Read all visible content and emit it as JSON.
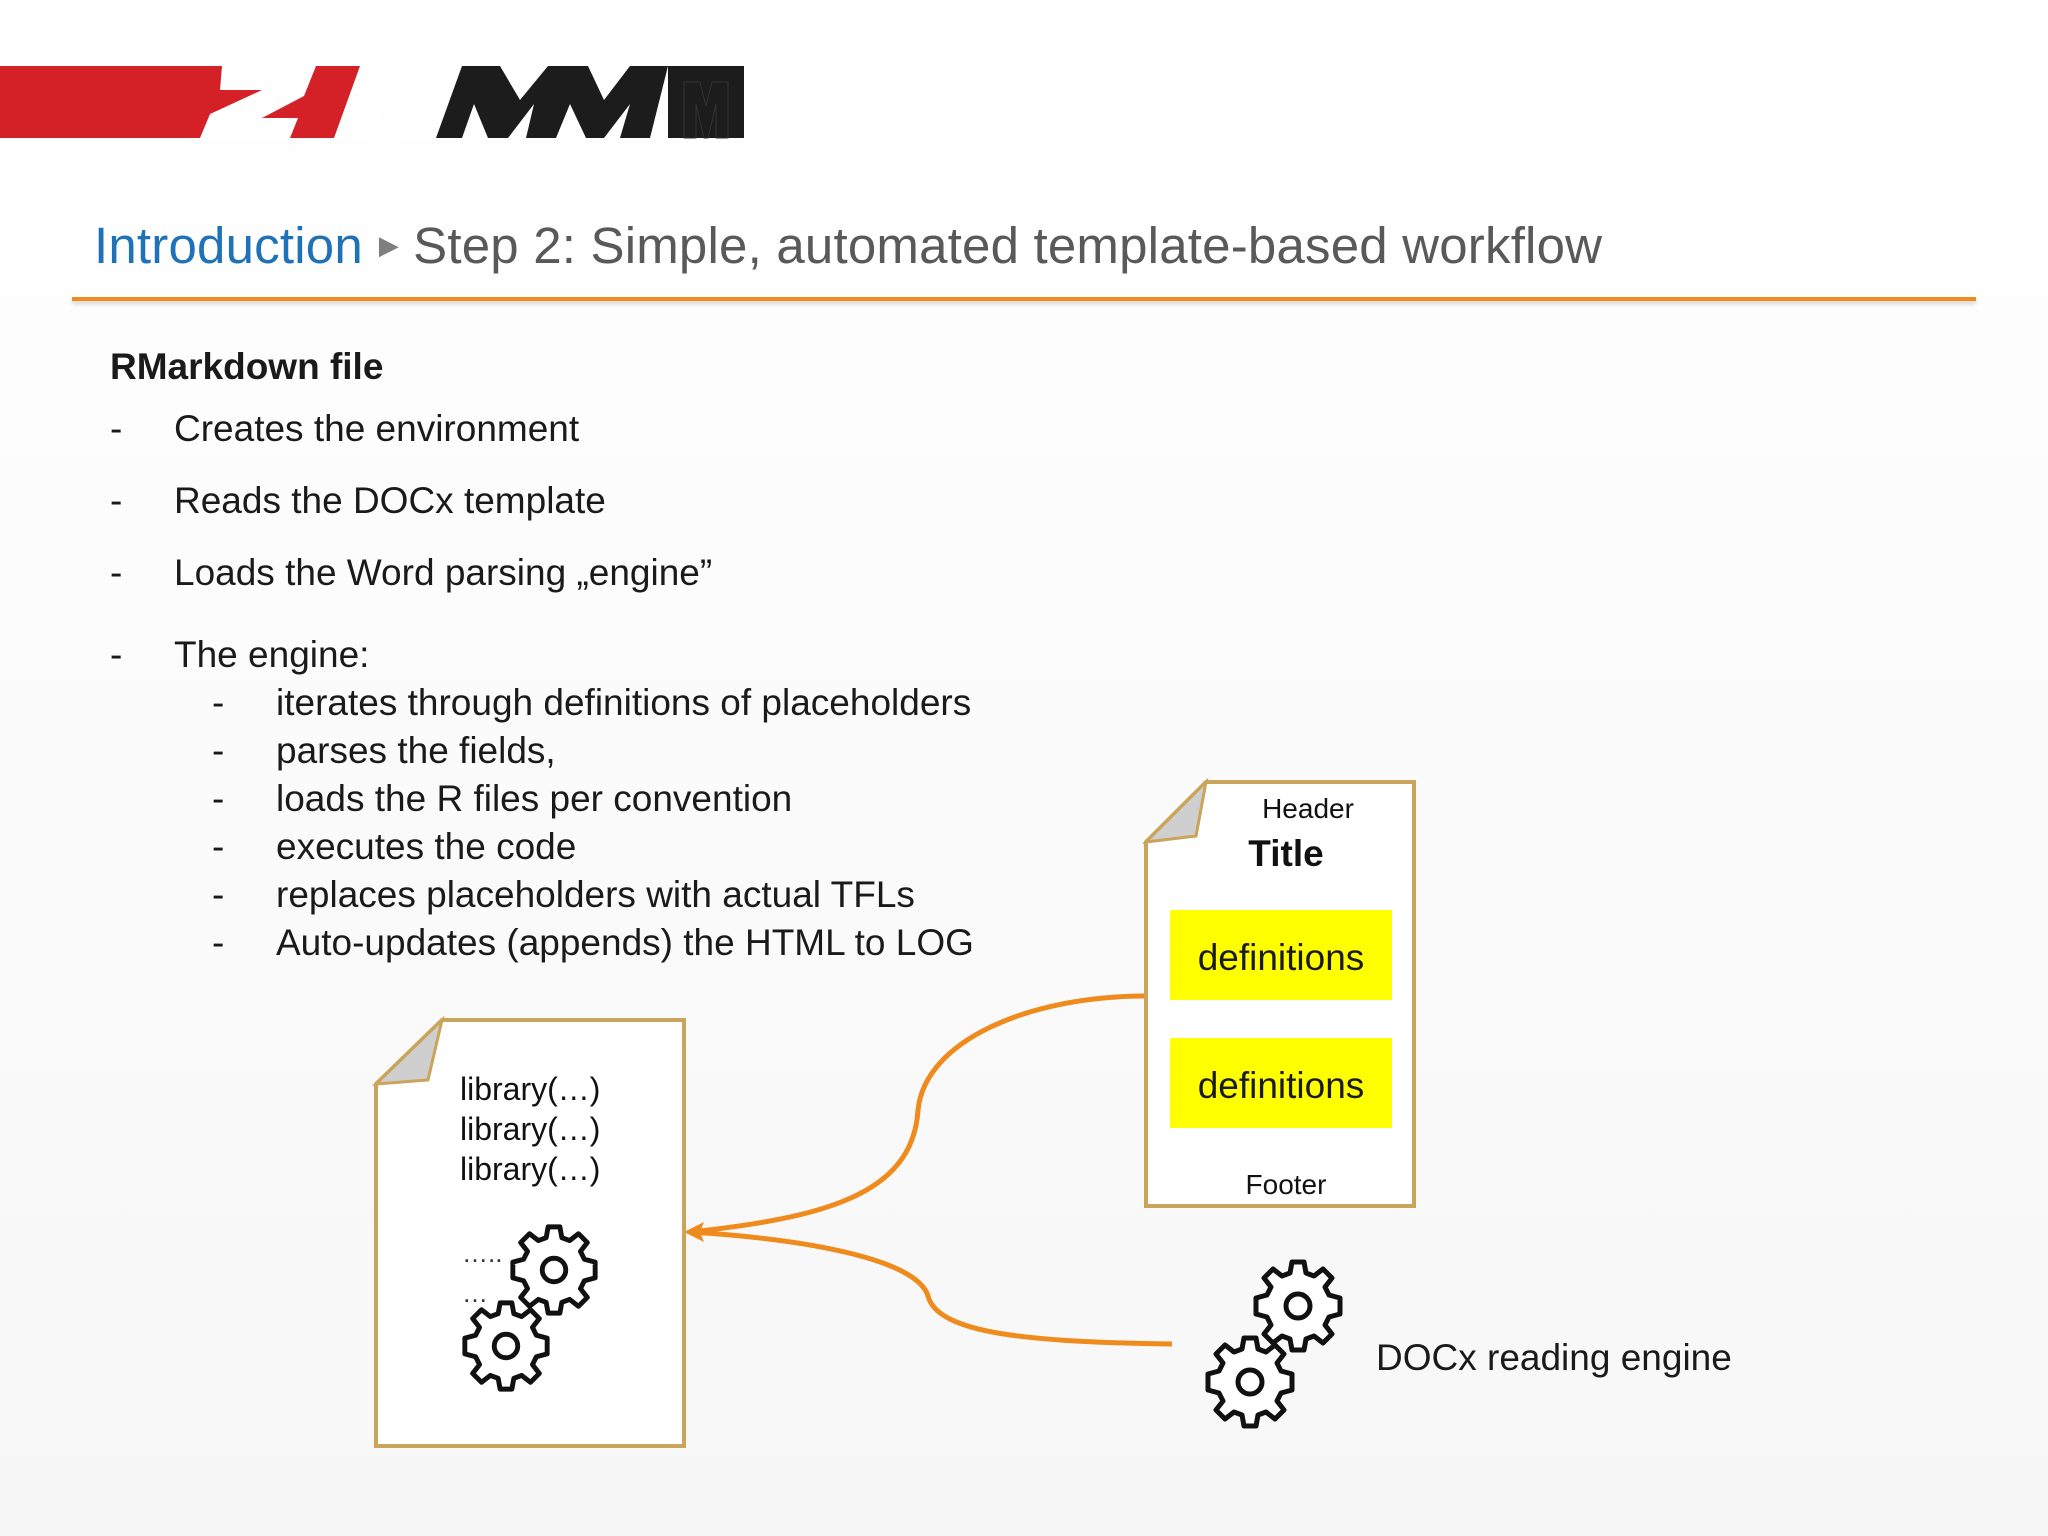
{
  "logo": {
    "text": "2KMM",
    "brand_red": "#d42027",
    "brand_dark": "#1c1c1c"
  },
  "breadcrumb": {
    "root": "Introduction",
    "separator_icon": "triangle-right-icon",
    "title": "Step 2: Simple, automated template-based workflow"
  },
  "colors": {
    "accent_orange": "#ef8a1d",
    "link_blue": "#1f72b8",
    "doc_border": "#c9a45a",
    "highlight_yellow": "#ffff00"
  },
  "content": {
    "heading": "RMarkdown file",
    "bullets": [
      "Creates the environment",
      "Reads the DOCx template",
      "Loads the Word parsing „engine”",
      "The engine:"
    ],
    "sub_bullets": [
      "iterates through definitions of placeholders",
      "parses the fields,",
      "loads the R files per convention",
      "executes the code",
      "replaces placeholders with actual TFLs",
      "Auto-updates (appends) the HTML to LOG"
    ],
    "dash": "-"
  },
  "diagram": {
    "rmd_doc": {
      "lines": [
        "library(…)",
        "library(…)",
        "library(…)"
      ],
      "dots": [
        "…..",
        "…",
        "…"
      ]
    },
    "template_doc": {
      "header": "Header",
      "title": "Title",
      "blocks": [
        "definitions",
        "definitions"
      ],
      "footer": "Footer"
    },
    "engine_label": "DOCx reading engine"
  }
}
